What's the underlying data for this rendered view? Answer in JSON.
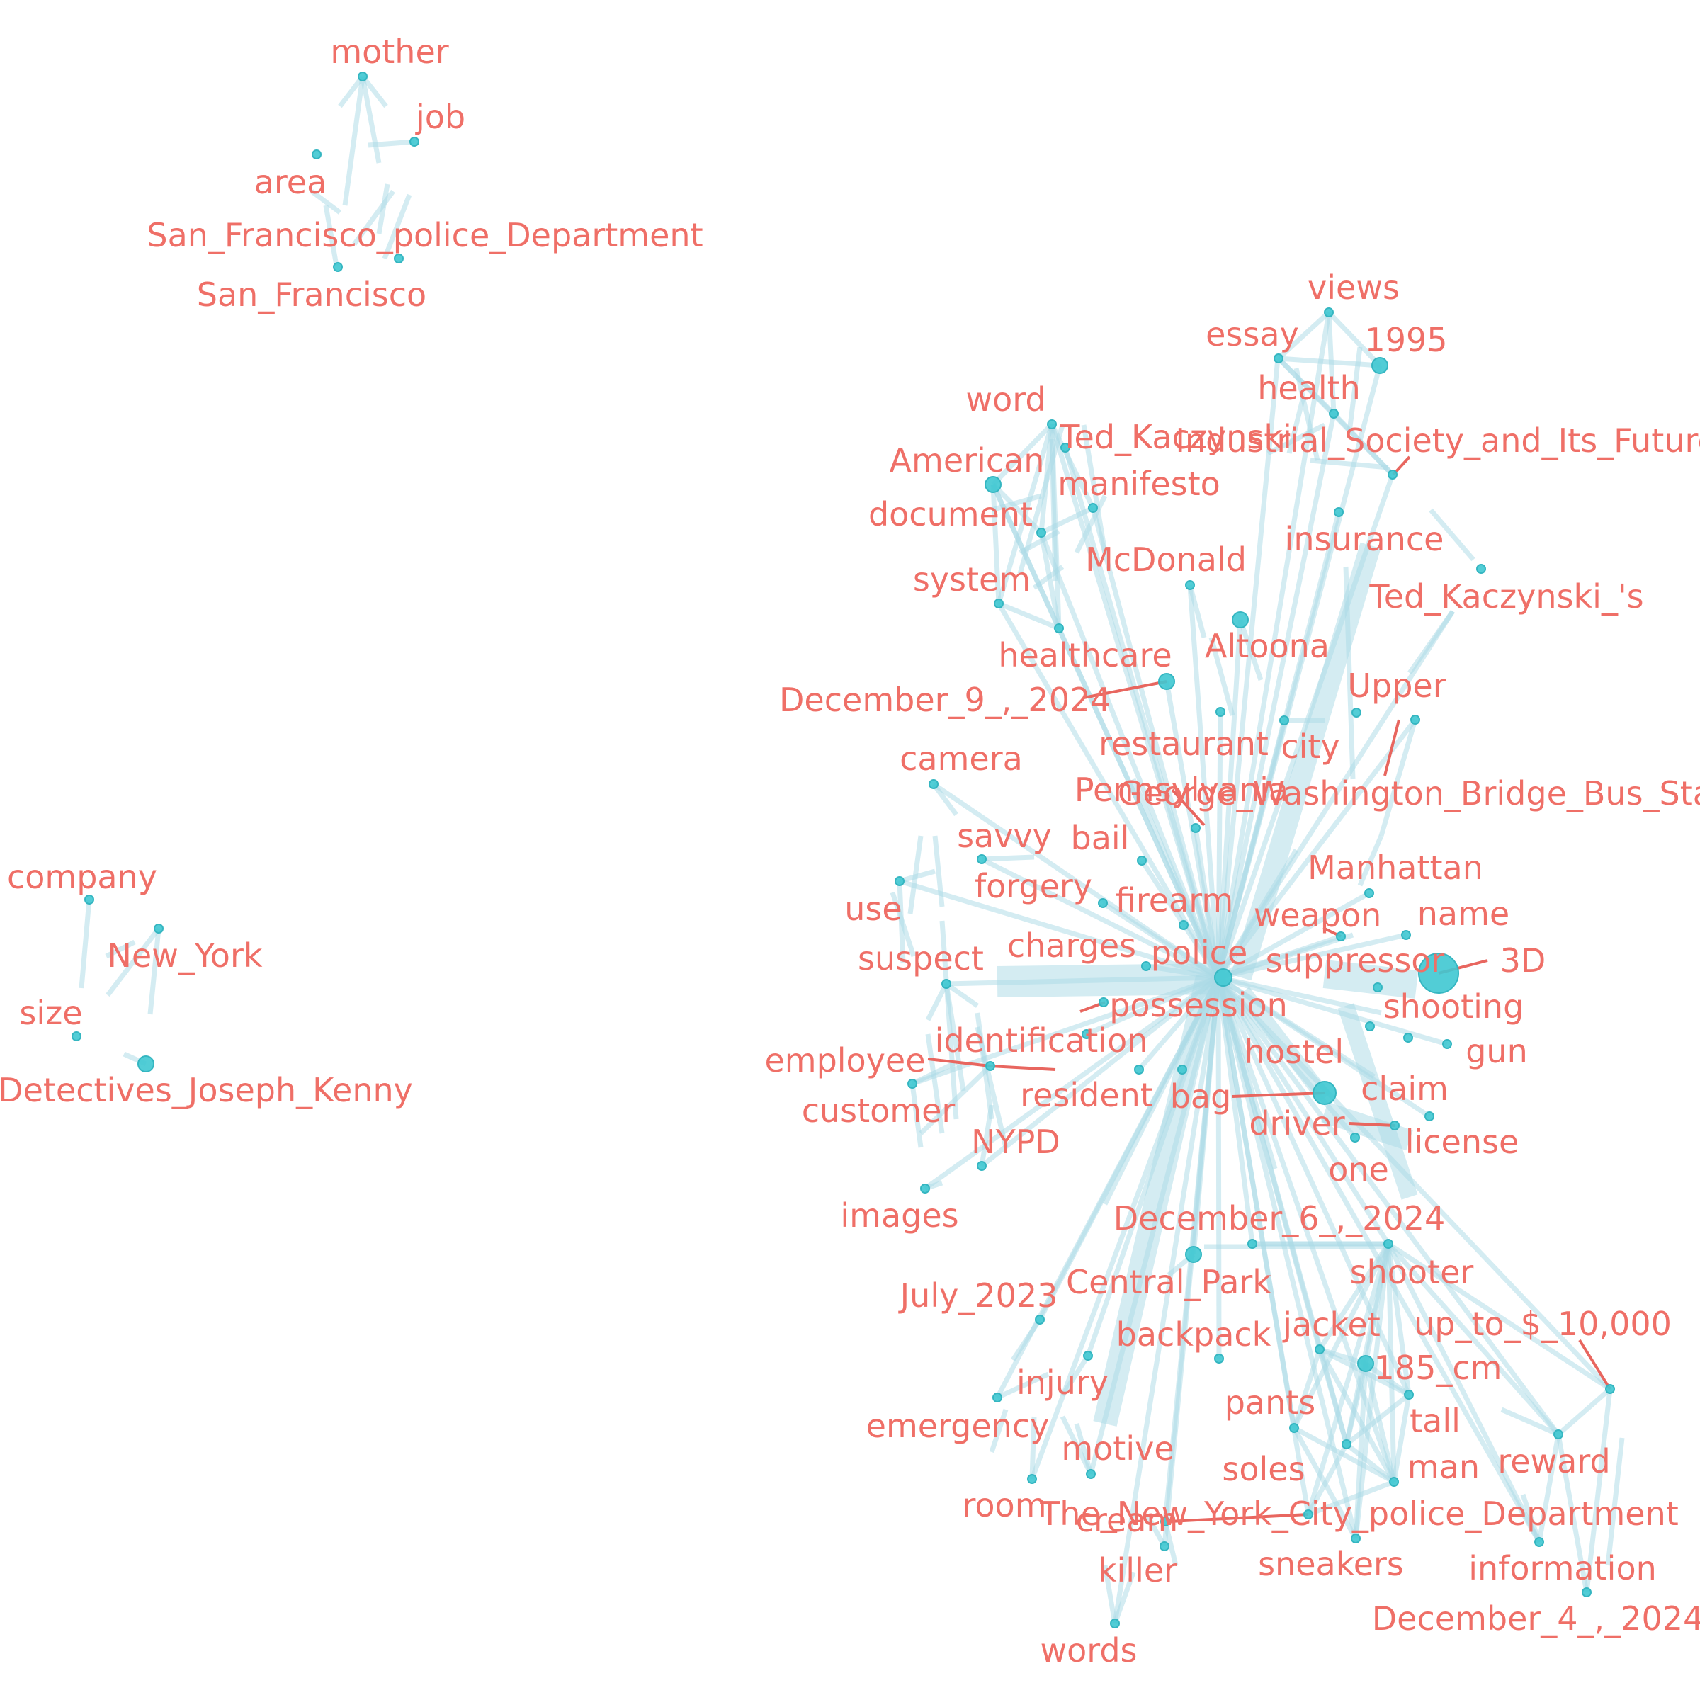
{
  "colors": {
    "edge": "#a9d9e6",
    "node": "#3fc8d2",
    "label": "#ef6f67"
  },
  "nodes": [
    {
      "id": "mother",
      "label": "mother"
    },
    {
      "id": "job",
      "label": "job"
    },
    {
      "id": "area",
      "label": "area"
    },
    {
      "id": "sfpd",
      "label": "San_Francisco_police_Department"
    },
    {
      "id": "sf",
      "label": "San_Francisco"
    },
    {
      "id": "company",
      "label": "company"
    },
    {
      "id": "newyork",
      "label": "New_York"
    },
    {
      "id": "size",
      "label": "size"
    },
    {
      "id": "kenny",
      "label": "Detectives_Joseph_Kenny"
    },
    {
      "id": "views",
      "label": "views"
    },
    {
      "id": "essay",
      "label": "essay"
    },
    {
      "id": "y1995",
      "label": "1995"
    },
    {
      "id": "health",
      "label": "health"
    },
    {
      "id": "word",
      "label": "word"
    },
    {
      "id": "ted",
      "label": "Ted_Kaczynski"
    },
    {
      "id": "isf",
      "label": "Industrial_Society_and_Its_Future"
    },
    {
      "id": "american",
      "label": "American"
    },
    {
      "id": "manifesto",
      "label": "manifesto"
    },
    {
      "id": "document",
      "label": "document"
    },
    {
      "id": "insurance",
      "label": "insurance"
    },
    {
      "id": "mcdonald",
      "label": "McDonald"
    },
    {
      "id": "system",
      "label": "system"
    },
    {
      "id": "teds",
      "label": "Ted_Kaczynski_'s"
    },
    {
      "id": "altoona",
      "label": "Altoona"
    },
    {
      "id": "healthcare",
      "label": "healthcare"
    },
    {
      "id": "upper",
      "label": "Upper"
    },
    {
      "id": "dec9",
      "label": "December_9_,_2024"
    },
    {
      "id": "restaurant",
      "label": "restaurant"
    },
    {
      "id": "city",
      "label": "city"
    },
    {
      "id": "camera",
      "label": "camera"
    },
    {
      "id": "pennsylvania",
      "label": "Pennsylvania"
    },
    {
      "id": "gwb",
      "label": "George_Washington_Bridge_Bus_Station"
    },
    {
      "id": "savvy",
      "label": "savvy"
    },
    {
      "id": "bail",
      "label": "bail"
    },
    {
      "id": "manhattan",
      "label": "Manhattan"
    },
    {
      "id": "forgery",
      "label": "forgery"
    },
    {
      "id": "use",
      "label": "use"
    },
    {
      "id": "firearm",
      "label": "firearm"
    },
    {
      "id": "weapon",
      "label": "weapon"
    },
    {
      "id": "name",
      "label": "name"
    },
    {
      "id": "charges",
      "label": "charges"
    },
    {
      "id": "police",
      "label": "police"
    },
    {
      "id": "suspect",
      "label": "suspect"
    },
    {
      "id": "suppressor",
      "label": "suppressor"
    },
    {
      "id": "d3",
      "label": "3D"
    },
    {
      "id": "possession",
      "label": "possession"
    },
    {
      "id": "shooting",
      "label": "shooting"
    },
    {
      "id": "identification",
      "label": "identification"
    },
    {
      "id": "hostel",
      "label": "hostel"
    },
    {
      "id": "gun",
      "label": "gun"
    },
    {
      "id": "employee",
      "label": "employee"
    },
    {
      "id": "claim",
      "label": "claim"
    },
    {
      "id": "resident",
      "label": "resident"
    },
    {
      "id": "bag",
      "label": "bag"
    },
    {
      "id": "customer",
      "label": "customer"
    },
    {
      "id": "driver",
      "label": "driver"
    },
    {
      "id": "license",
      "label": "license"
    },
    {
      "id": "nypd",
      "label": "NYPD"
    },
    {
      "id": "one",
      "label": "one"
    },
    {
      "id": "images",
      "label": "images"
    },
    {
      "id": "dec6",
      "label": "December_6_,_2024"
    },
    {
      "id": "shooter",
      "label": "shooter"
    },
    {
      "id": "centralpark",
      "label": "Central_Park"
    },
    {
      "id": "july2023",
      "label": "July_2023"
    },
    {
      "id": "upto10k",
      "label": "up_to_$_10,000"
    },
    {
      "id": "jacket",
      "label": "jacket"
    },
    {
      "id": "backpack",
      "label": "backpack"
    },
    {
      "id": "cm185",
      "label": "185_cm"
    },
    {
      "id": "injury",
      "label": "injury"
    },
    {
      "id": "pants",
      "label": "pants"
    },
    {
      "id": "tall",
      "label": "tall"
    },
    {
      "id": "emergency",
      "label": "emergency"
    },
    {
      "id": "reward",
      "label": "reward"
    },
    {
      "id": "motive",
      "label": "motive"
    },
    {
      "id": "soles",
      "label": "soles"
    },
    {
      "id": "man",
      "label": "man"
    },
    {
      "id": "room",
      "label": "room"
    },
    {
      "id": "nycpd",
      "label": "The_New_York_City_police_Department"
    },
    {
      "id": "cream",
      "label": "cream"
    },
    {
      "id": "killer",
      "label": "killer"
    },
    {
      "id": "sneakers",
      "label": "sneakers"
    },
    {
      "id": "information",
      "label": "information"
    },
    {
      "id": "dec4",
      "label": "December_4_,_2024"
    },
    {
      "id": "words",
      "label": "words"
    }
  ]
}
